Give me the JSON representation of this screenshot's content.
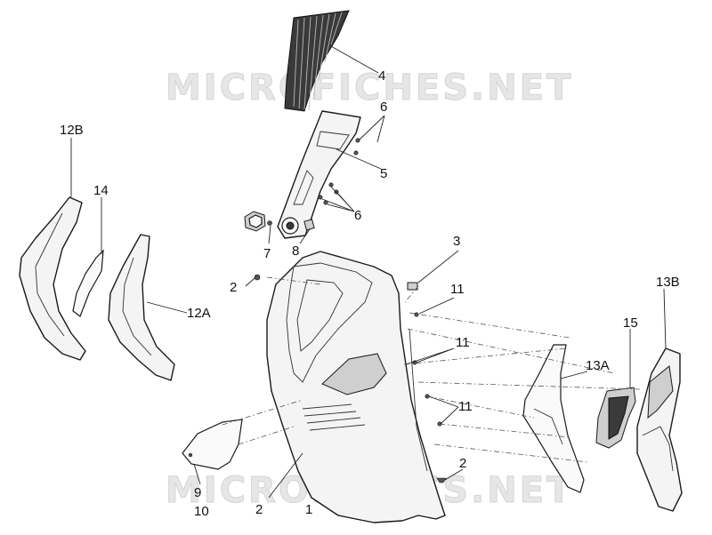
{
  "watermark": "MICROFICHES.NET",
  "callouts": {
    "c1": "1",
    "c2a": "2",
    "c2b": "2",
    "c2c": "2",
    "c3": "3",
    "c4": "4",
    "c5": "5",
    "c6a": "6",
    "c6b": "6",
    "c7": "7",
    "c8": "8",
    "c9": "9",
    "c10": "10",
    "c11a": "11",
    "c11b": "11",
    "c11c": "11",
    "c12a": "12A",
    "c12b": "12B",
    "c13a": "13A",
    "c13b": "13B",
    "c14": "14",
    "c15": "15"
  }
}
